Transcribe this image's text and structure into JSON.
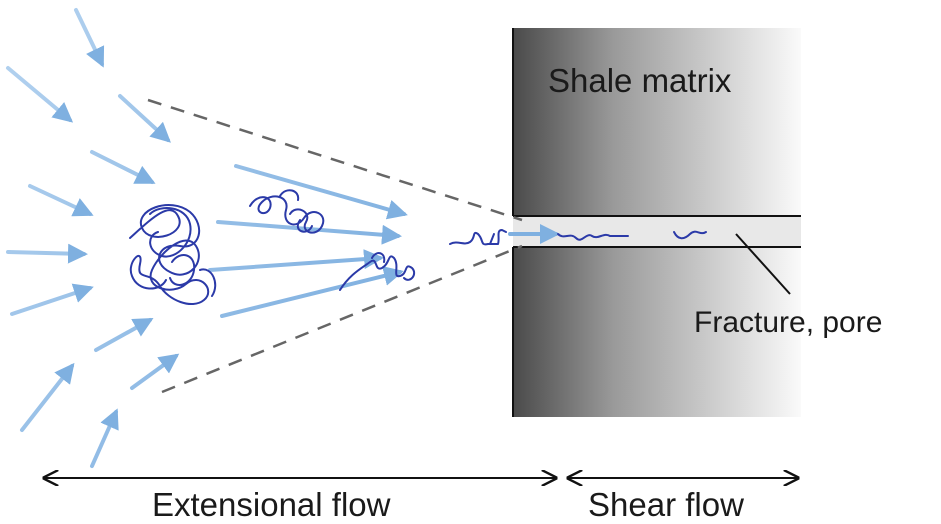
{
  "labels": {
    "shale_matrix": "Shale matrix",
    "fracture_pore": "Fracture, pore",
    "extensional_flow": "Extensional flow",
    "shear_flow": "Shear flow"
  },
  "colors": {
    "flow_arrow": "#8ab8e6",
    "polymer_chain": "#2b3aa8",
    "matrix_dark": "#4a4a4a",
    "matrix_light": "#fafafa",
    "dashed_guide": "#666666"
  }
}
